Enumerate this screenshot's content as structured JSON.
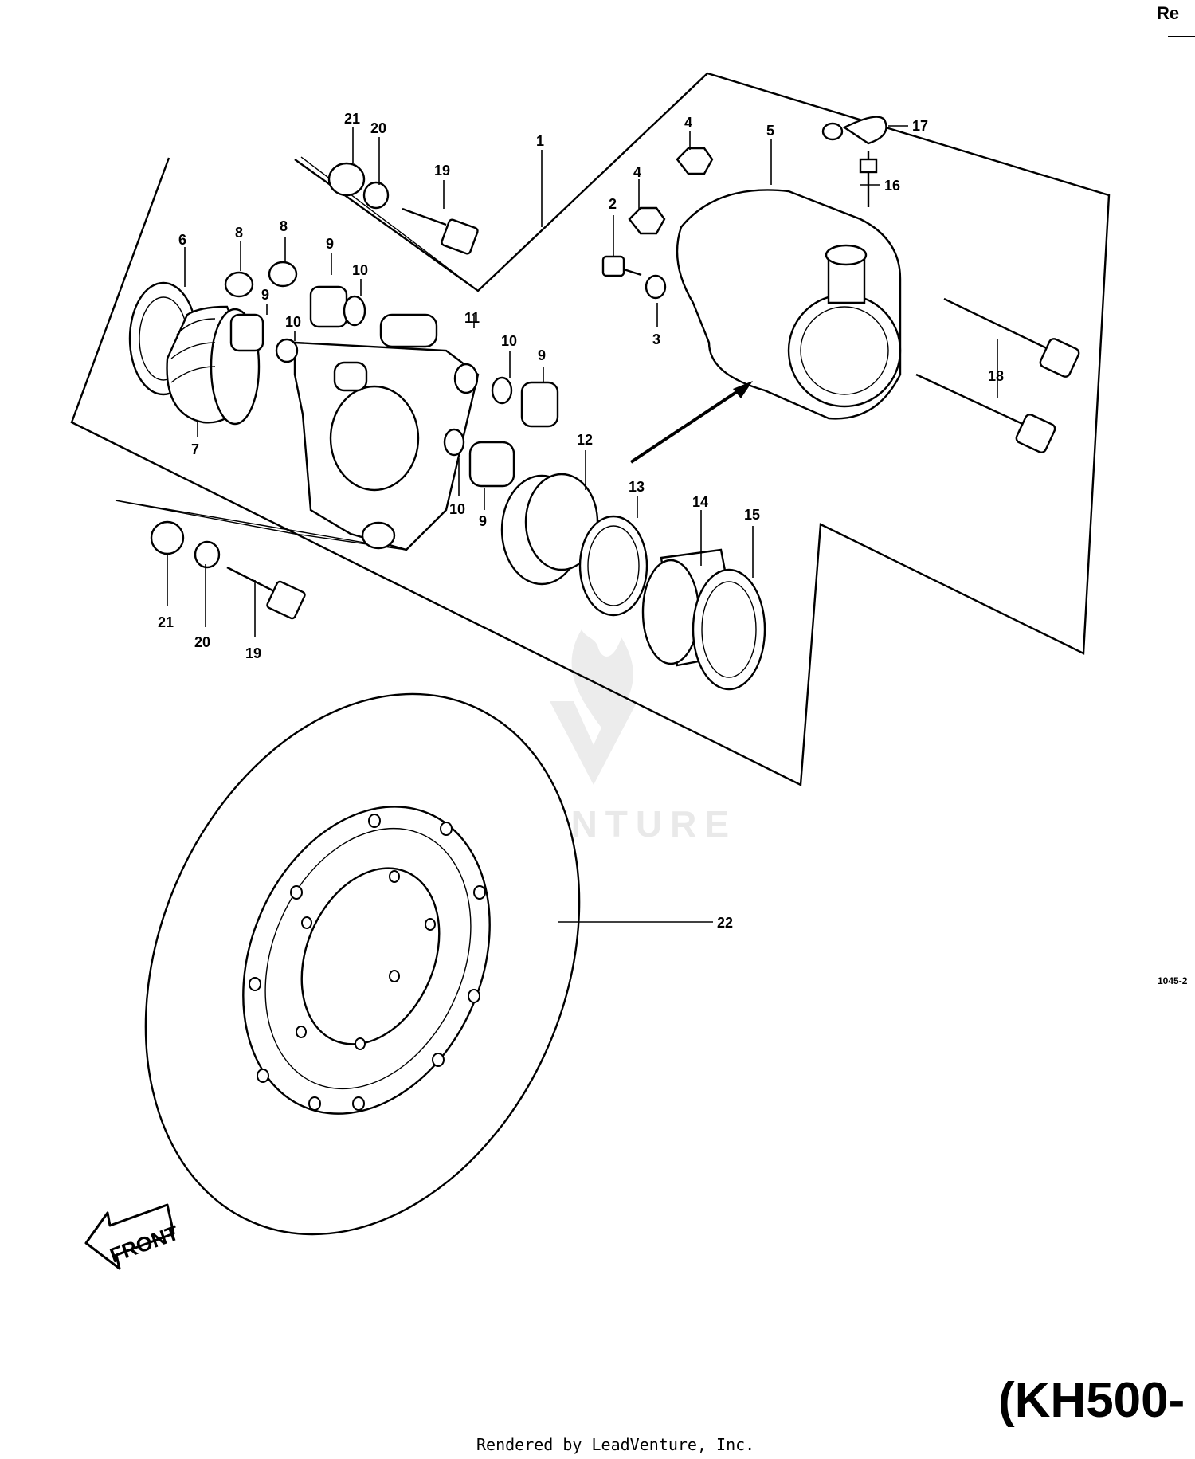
{
  "header": {
    "corner_text": "Re"
  },
  "model_label": "(KH500-",
  "diagram_code": "1045-2",
  "footer": "Rendered by LeadVenture, Inc.",
  "watermark": "LEADVENTURE",
  "front_arrow_label": "FRONT",
  "callouts": [
    "1",
    "2",
    "3",
    "4",
    "4",
    "5",
    "6",
    "7",
    "8",
    "8",
    "9",
    "9",
    "9",
    "9",
    "10",
    "10",
    "10",
    "10",
    "11",
    "12",
    "13",
    "14",
    "15",
    "16",
    "17",
    "18",
    "19",
    "19",
    "20",
    "20",
    "21",
    "21",
    "22"
  ]
}
